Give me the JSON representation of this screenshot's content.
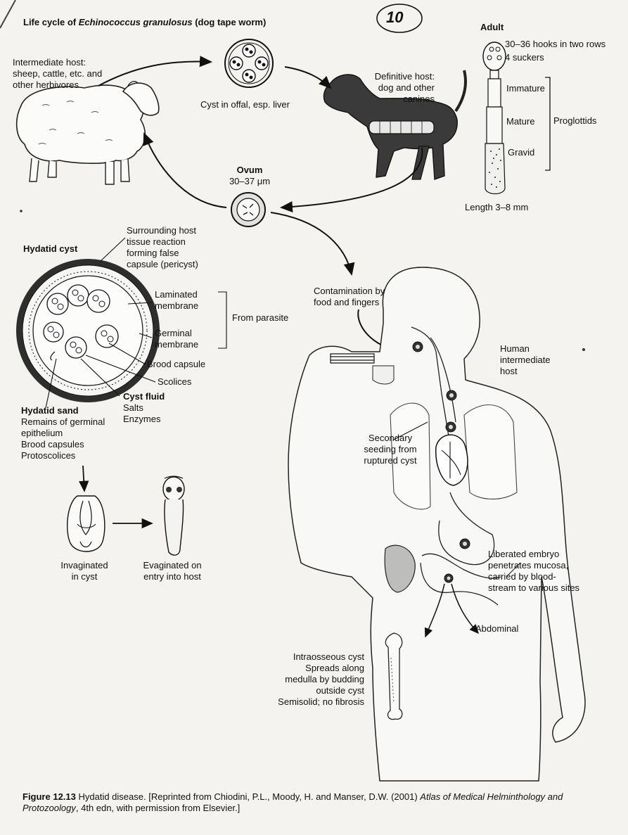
{
  "page_number": "10",
  "title": {
    "prefix": "Life cycle of ",
    "species": "Echinococcus granulosus",
    "suffix": " (dog tape worm)"
  },
  "labels": {
    "intermediate_host": "Intermediate host:\nsheep, cattle, etc. and\nother herbivores",
    "cyst_offal": "Cyst in offal, esp. liver",
    "definitive_host": "Definitive host:\ndog and other\ncanines",
    "adult": "Adult",
    "hooks": "30–36 hooks in two rows",
    "suckers": "4 suckers",
    "immature": "Immature",
    "mature": "Mature",
    "gravid": "Gravid",
    "proglottids": "Proglottids",
    "length": "Length 3–8 mm",
    "ovum": "Ovum",
    "ovum_size": "30–37 μm",
    "hydatid_cyst": "Hydatid cyst",
    "surrounding": "Surrounding host\ntissue reaction\nforming false\ncapsule (pericyst)",
    "laminated": "Laminated\nmembrane",
    "germinal": "Germinal\nmembrane",
    "from_parasite": "From parasite",
    "brood_capsule": "Brood capsule",
    "scolices": "Scolices",
    "cyst_fluid": "Cyst fluid",
    "cyst_fluid_items": "Salts\nEnzymes",
    "hydatid_sand": "Hydatid sand",
    "hydatid_sand_items": "Remains of germinal\nepithelium\nBrood capsules\nProtoscolices",
    "invaginated": "Invaginated\nin cyst",
    "evaginated": "Evaginated on\nentry into host",
    "contamination": "Contamination by\nfood and fingers",
    "human_host": "Human\nintermediate\nhost",
    "secondary": "Secondary\nseeding from\nruptured cyst",
    "liberated": "Liberated embryo\npenetrates mucosa,\ncarried by blood-\nstream to various sites",
    "abdominal": "Abdominal",
    "intraosseous": "Intraosseous cyst\nSpreads along\nmedulla by budding\noutside cyst\nSemisolid; no fibrosis"
  },
  "caption": {
    "figure": "Figure 12.13",
    "text1": " Hydatid disease. [Reprinted from Chiodini, P.L., Moody, H. and Manser, D.W. (2001) ",
    "book": "Atlas of Medical Helminthology and",
    "book2": "Protozoology",
    "text2": ", 4th edn, with permission from Elsevier.]"
  }
}
